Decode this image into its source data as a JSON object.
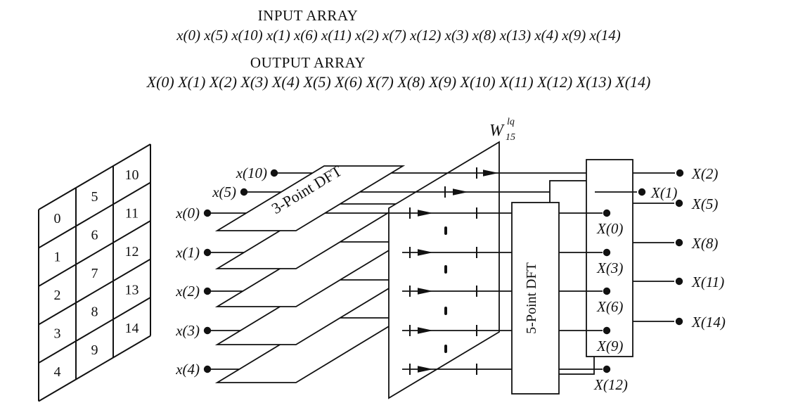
{
  "header": {
    "input_title": "INPUT ARRAY",
    "input_values": "x(0) x(5) x(10) x(1) x(6) x(11) x(2) x(7) x(12) x(3) x(8) x(13) x(4) x(9) x(14)",
    "output_title": "OUTPUT ARRAY",
    "output_values": "X(0) X(1) X(2) X(3) X(4) X(5) X(6) X(7) X(8) X(9) X(10) X(11) X(12) X(13) X(14)"
  },
  "matrix": {
    "columns": [
      [
        "0",
        "1",
        "2",
        "3",
        "4"
      ],
      [
        "5",
        "6",
        "7",
        "8",
        "9"
      ],
      [
        "10",
        "11",
        "12",
        "13",
        "14"
      ]
    ]
  },
  "diagram": {
    "dft3_label": "3-Point DFT",
    "dft5_label": "5-Point DFT",
    "twiddle_base": "W",
    "twiddle_sub": "15",
    "twiddle_sup": "lq",
    "inputs": [
      "x(10)",
      "x(5)",
      "x(0)",
      "x(1)",
      "x(2)",
      "x(3)",
      "x(4)"
    ],
    "dft5_outputs": [
      "X(0)",
      "X(3)",
      "X(6)",
      "X(9)",
      "X(12)"
    ],
    "final_outputs": [
      "X(2)",
      "X(1)",
      "X(5)",
      "X(8)",
      "X(11)",
      "X(14)"
    ],
    "ink_color": "#111111",
    "background_color": "#ffffff"
  }
}
